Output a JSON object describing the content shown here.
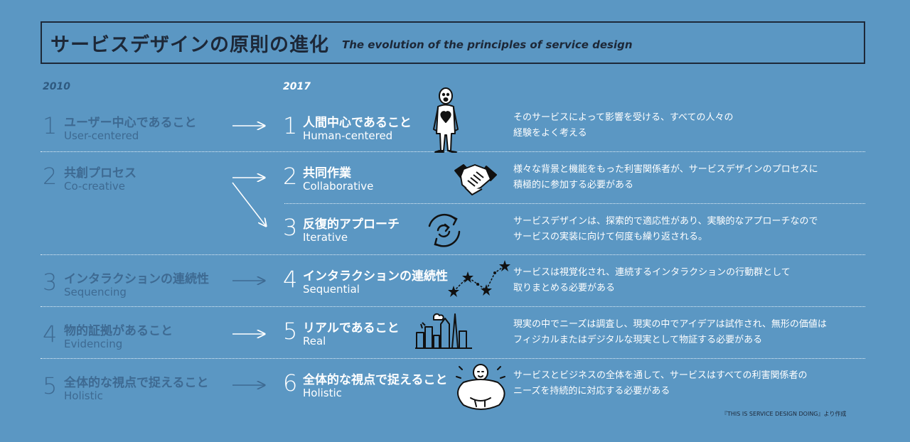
{
  "title": {
    "ja": "サービスデザインの原則の進化",
    "en": "The evolution of the principles of service design"
  },
  "years": {
    "old": "2010",
    "new": "2017"
  },
  "old_principles": [
    {
      "num": "1",
      "ja": "ユーザー中心であること",
      "en": "User-centered"
    },
    {
      "num": "2",
      "ja": "共創プロセス",
      "en": "Co-creative"
    },
    {
      "num": "3",
      "ja": "インタラクションの連続性",
      "en": "Sequencing"
    },
    {
      "num": "4",
      "ja": "物的証拠があること",
      "en": "Evidencing"
    },
    {
      "num": "5",
      "ja": "全体的な視点で捉えること",
      "en": "Holistic"
    }
  ],
  "new_principles": [
    {
      "num": "1",
      "ja": "人間中心であること",
      "en": "Human-centered",
      "icon": "person-heart-icon",
      "desc": [
        "そのサービスによって影響を受ける、すべての人々の",
        "経験をよく考える"
      ]
    },
    {
      "num": "2",
      "ja": "共同作業",
      "en": "Collaborative",
      "icon": "handshake-icon",
      "desc": [
        "様々な背景と機能をもった利害関係者が、サービスデザインのプロセスに",
        "積極的に参加する必要がある"
      ]
    },
    {
      "num": "3",
      "ja": "反復的アプローチ",
      "en": "Iterative",
      "icon": "cycle-arrows-icon",
      "desc": [
        "サービスデザインは、探索的で適応性があり、実験的なアプローチなので",
        "サービスの実装に向けて何度も繰り返される。"
      ]
    },
    {
      "num": "4",
      "ja": "インタラクションの連続性",
      "en": "Sequential",
      "icon": "star-sequence-icon",
      "desc": [
        "サービスは視覚化され、連続するインタラクションの行動群として",
        "取りまとめる必要がある"
      ]
    },
    {
      "num": "5",
      "ja": "リアルであること",
      "en": "Real",
      "icon": "city-skyline-icon",
      "desc": [
        "現実の中でニーズは調査し、現実の中でアイデアは試作され、無形の価値は",
        "フィジカルまたはデジタルな現実として物証する必要がある"
      ]
    },
    {
      "num": "6",
      "ja": "全体的な視点で捉えること",
      "en": "Holistic",
      "icon": "embracing-figure-icon",
      "desc": [
        "サービスとビジネスの全体を通して、サービスはすべての利害関係者の",
        "ニーズを持続的に対応する必要がある"
      ]
    }
  ],
  "source": "『THIS IS SERVICE DESIGN DOING』より作成",
  "colors": {
    "background": "#5b97c3",
    "dark": "#1d2838",
    "old_text": "#3e6a92",
    "new_text": "#ffffff"
  }
}
